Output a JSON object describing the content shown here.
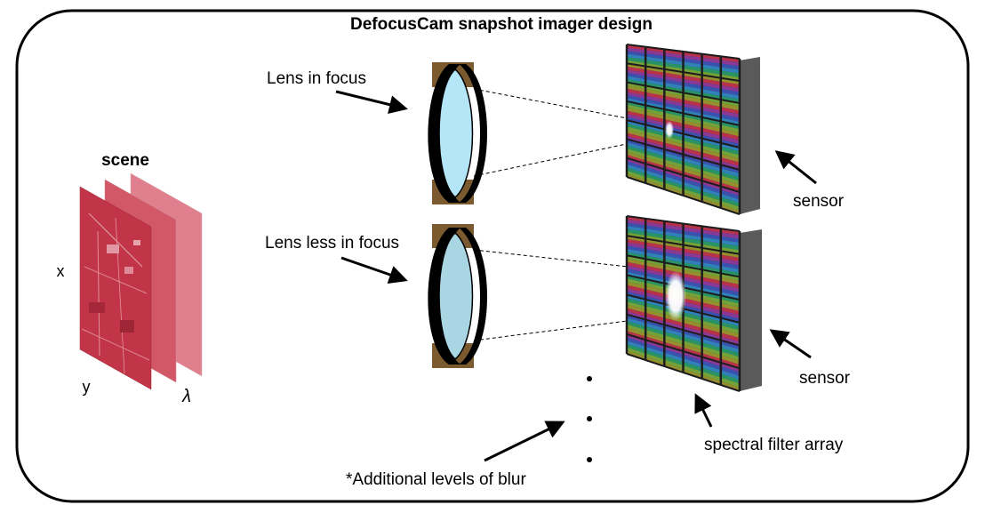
{
  "title": "DefocusCam snapshot imager design",
  "scene": {
    "label": "scene",
    "axis_x": "x",
    "axis_y": "y",
    "axis_lambda": "λ",
    "colors": [
      "#c23548",
      "#d25868",
      "#e07f8e"
    ]
  },
  "lens_top": {
    "label": "Lens in focus",
    "glass_color": "#b5e6f7"
  },
  "lens_bottom": {
    "label": "Lens less in focus",
    "glass_color": "#a9d6e2"
  },
  "sensor_top_label": "sensor",
  "sensor_bottom_label": "sensor",
  "filter_array_label": "spectral filter array",
  "additional_blur_label": "*Additional levels of blur",
  "colors": {
    "frame": "#000000",
    "lens_mount": "#7a5a2e",
    "sensor_side": "#5a5a5a",
    "sensor_grid": "#1c1c1c",
    "spectral_stripes": [
      "#d0324d",
      "#9a3aa8",
      "#3c57c6",
      "#2f8fd0",
      "#27a56e",
      "#7fb63a",
      "#a7a02e"
    ]
  }
}
